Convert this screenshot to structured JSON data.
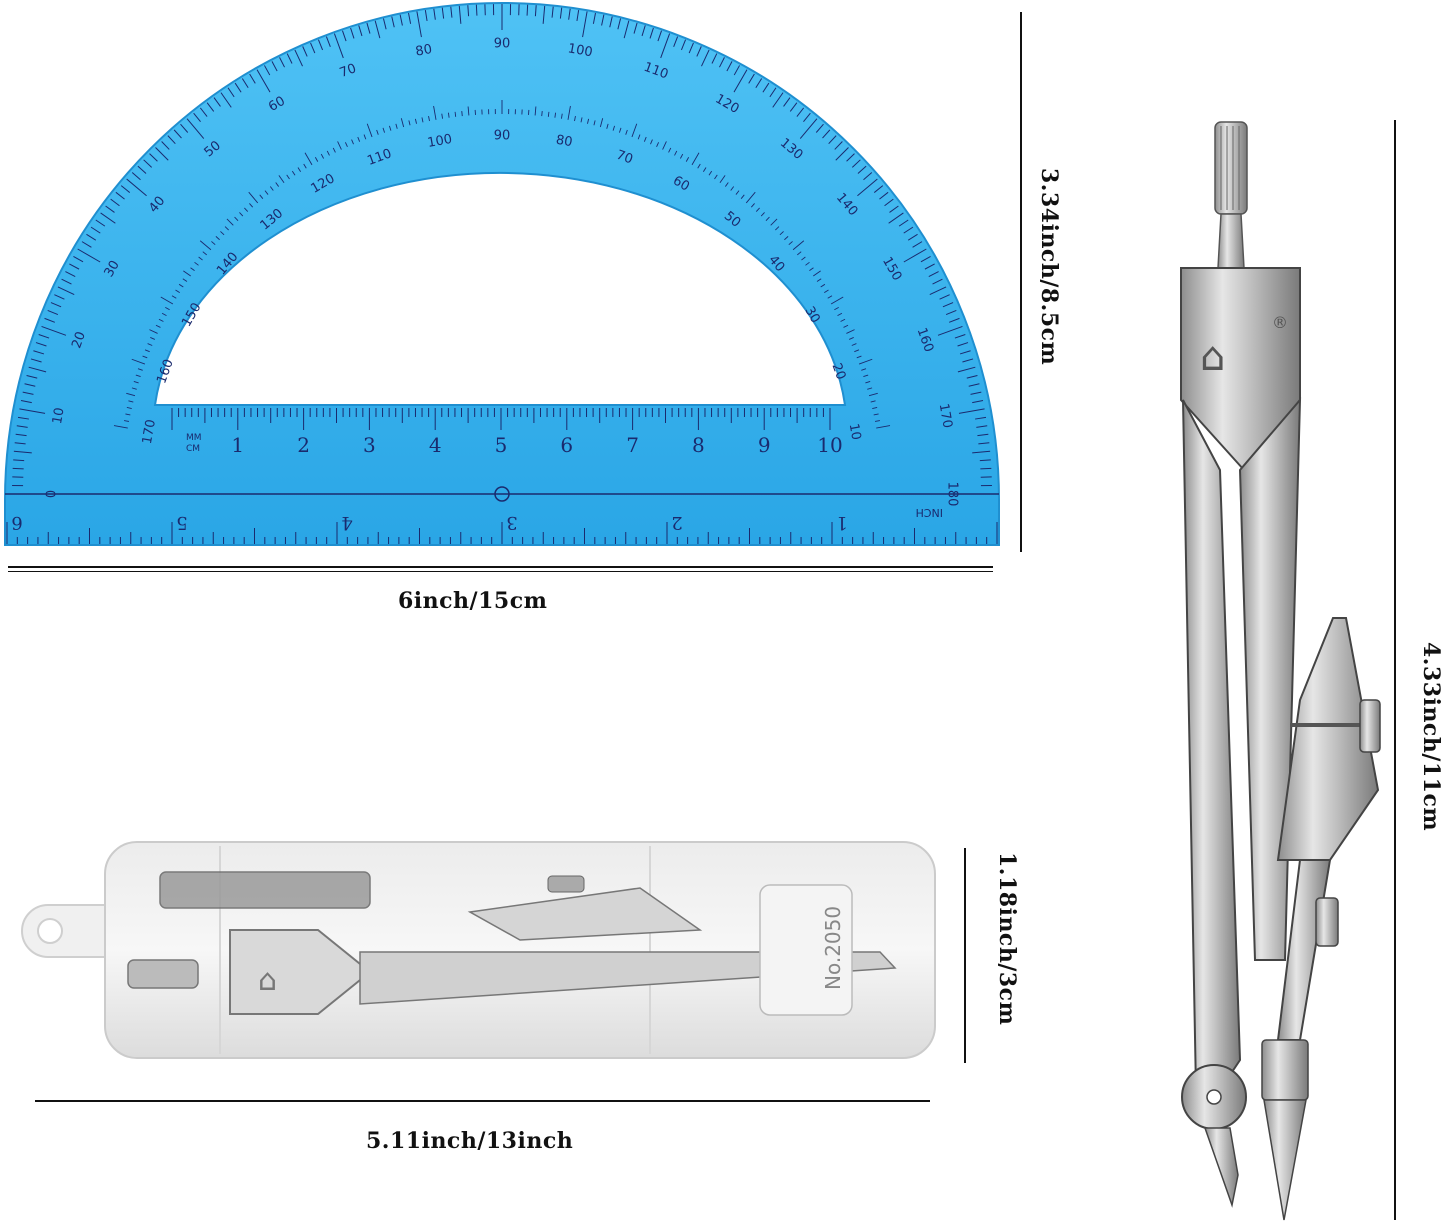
{
  "protractor": {
    "width_label": "6inch/15cm",
    "height_label": "3.34inch/8.5cm",
    "outer_scale_top": [
      "80",
      "90",
      "100",
      "70",
      "110",
      "60",
      "120",
      "50",
      "130",
      "40",
      "140",
      "30",
      "150",
      "20",
      "160",
      "10",
      "170",
      "0",
      "180"
    ],
    "outer_scale": [
      "0",
      "10",
      "20",
      "30",
      "40",
      "50",
      "60",
      "70",
      "80",
      "90",
      "100",
      "110",
      "120",
      "130",
      "140",
      "150",
      "160",
      "170",
      "180"
    ],
    "inner_scale": [
      "170",
      "160",
      "150",
      "140",
      "130",
      "120",
      "110",
      "100",
      "90",
      "80",
      "70",
      "60",
      "50",
      "40",
      "30",
      "20",
      "10"
    ],
    "cm_unit": "MM\nCM",
    "cm_numbers": [
      "1",
      "2",
      "3",
      "4",
      "5",
      "6",
      "7",
      "8",
      "9",
      "10"
    ],
    "inch_unit": "INCH",
    "inch_numbers": [
      "1",
      "2",
      "3",
      "4",
      "5",
      "6"
    ],
    "color": "#3fb4ee",
    "ink": "#1a2a6e"
  },
  "compass": {
    "height_label": "4.33inch/11cm",
    "color": "#c7c7c7"
  },
  "case": {
    "width_label": "5.11inch/13inch",
    "height_label": "1.18inch/3cm",
    "model_text": "No.2050"
  }
}
